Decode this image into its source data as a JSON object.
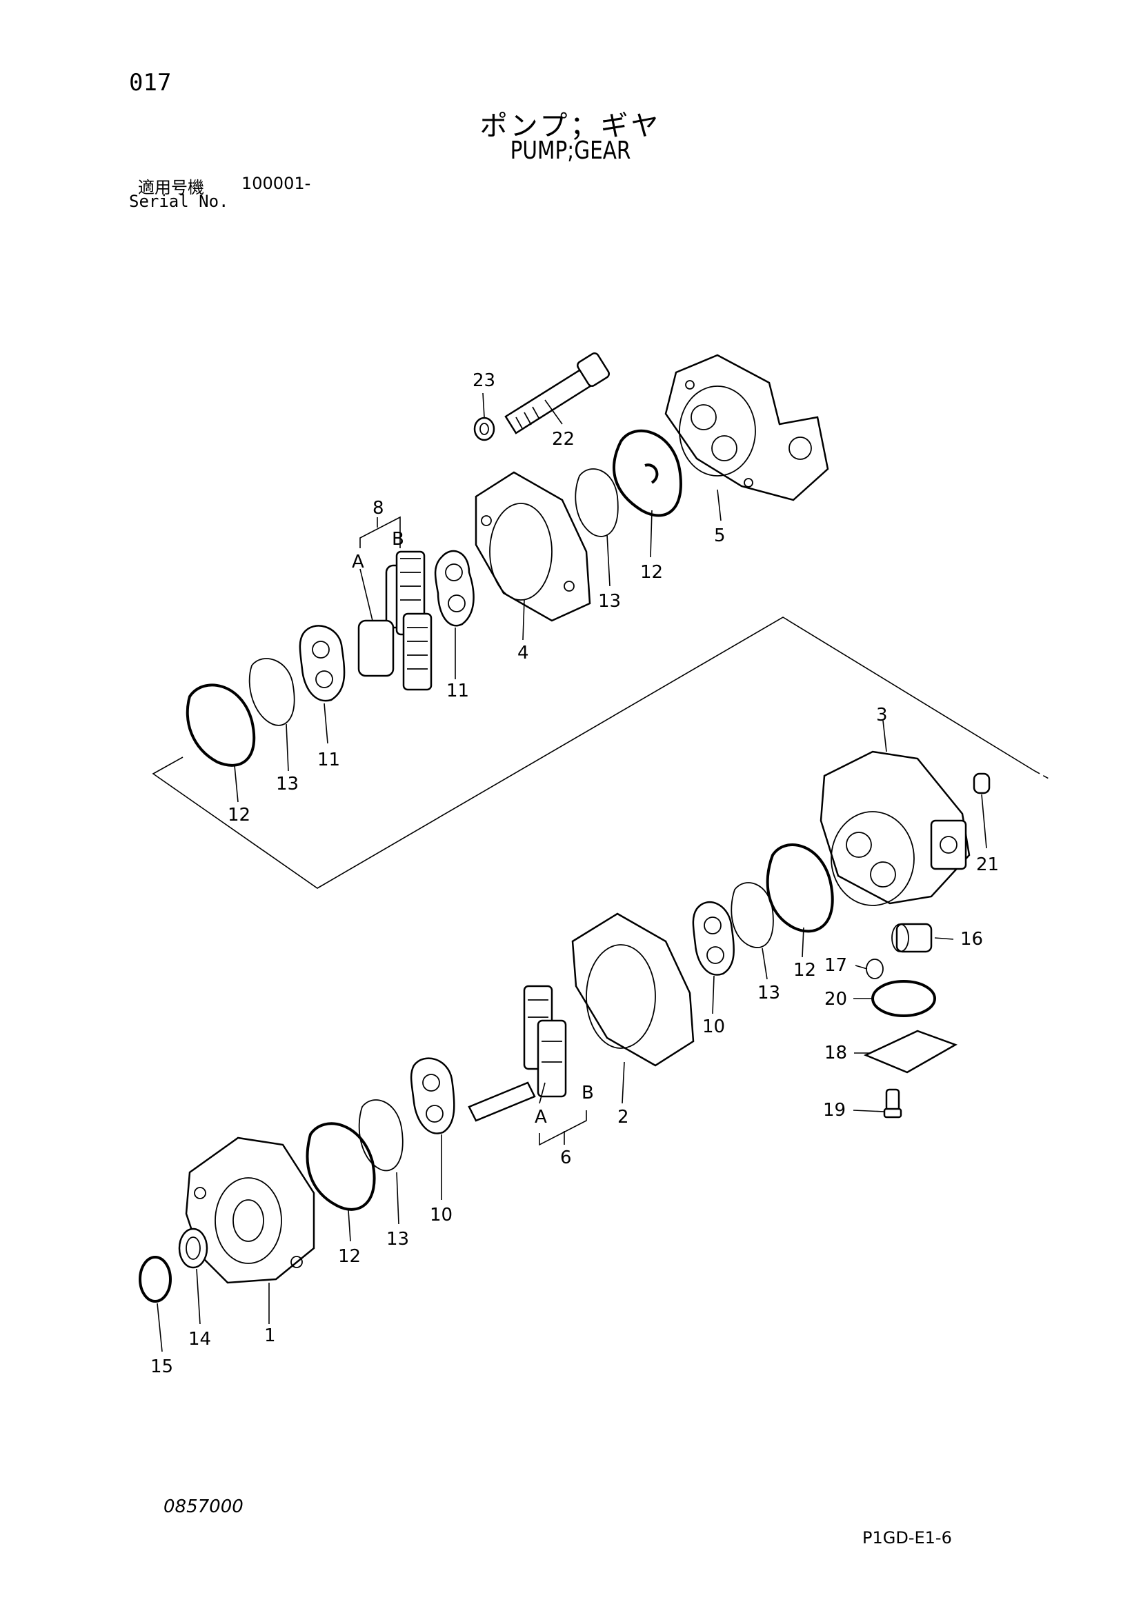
{
  "header": {
    "page_number": "017",
    "title_jp": "ポンプ；ギヤ",
    "title_en": "PUMP;GEAR",
    "serial_label_jp": "適用号機",
    "serial_value": "100001-",
    "serial_label_en": "Serial No."
  },
  "callouts": [
    {
      "id": "c23",
      "label": "23"
    },
    {
      "id": "c22",
      "label": "22"
    },
    {
      "id": "c5",
      "label": "5"
    },
    {
      "id": "c12a",
      "label": "12"
    },
    {
      "id": "c13a",
      "label": "13"
    },
    {
      "id": "c8",
      "label": "8"
    },
    {
      "id": "cB1",
      "label": "B"
    },
    {
      "id": "cA1",
      "label": "A"
    },
    {
      "id": "c4",
      "label": "4"
    },
    {
      "id": "c11a",
      "label": "11"
    },
    {
      "id": "c11b",
      "label": "11"
    },
    {
      "id": "c13b",
      "label": "13"
    },
    {
      "id": "c12b",
      "label": "12"
    },
    {
      "id": "c3",
      "label": "3"
    },
    {
      "id": "c21",
      "label": "21"
    },
    {
      "id": "c16",
      "label": "16"
    },
    {
      "id": "c12c",
      "label": "12"
    },
    {
      "id": "c17",
      "label": "17"
    },
    {
      "id": "c13c",
      "label": "13"
    },
    {
      "id": "c20",
      "label": "20"
    },
    {
      "id": "c10a",
      "label": "10"
    },
    {
      "id": "c18",
      "label": "18"
    },
    {
      "id": "c2",
      "label": "2"
    },
    {
      "id": "cB2",
      "label": "B"
    },
    {
      "id": "cA2",
      "label": "A"
    },
    {
      "id": "c6",
      "label": "6"
    },
    {
      "id": "c19",
      "label": "19"
    },
    {
      "id": "c10b",
      "label": "10"
    },
    {
      "id": "c13d",
      "label": "13"
    },
    {
      "id": "c12d",
      "label": "12"
    },
    {
      "id": "c14",
      "label": "14"
    },
    {
      "id": "c1",
      "label": "1"
    },
    {
      "id": "c15",
      "label": "15"
    }
  ],
  "footer": {
    "doc_number": "0857000",
    "doc_code": "P1GD-E1-6"
  }
}
